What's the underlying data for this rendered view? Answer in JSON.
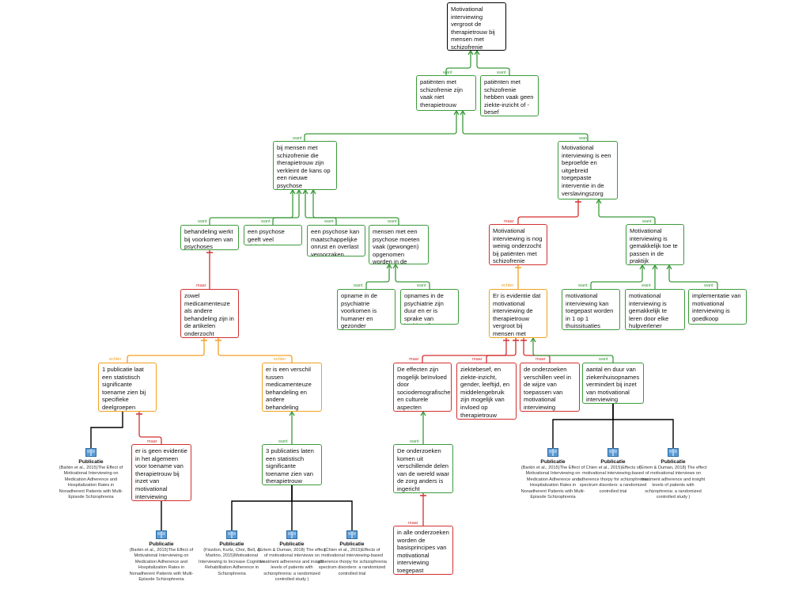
{
  "relations": {
    "want": "want",
    "maar": "maar",
    "echter": "echter"
  },
  "publication_label": "Publicatie",
  "colors": {
    "green": "#3c9a3c",
    "red": "#d32f2f",
    "orange": "#f0a020",
    "black": "#000000"
  },
  "nodes": [
    {
      "id": "n0",
      "text": "Motivational interviewing vergroot de therapietrouw bij mensen met schizofrenie"
    },
    {
      "id": "n1",
      "text": "patiënten met schizofrenie zijn vaak niet therapietrouw"
    },
    {
      "id": "n2",
      "text": "patiënten met schizofrenie hebben vaak geen ziekte-inzicht of -besef"
    },
    {
      "id": "n3",
      "text": "bij mensen met schizofrenie die therapietrouw zijn verkleint de kans op een nieuwe psychose"
    },
    {
      "id": "n4",
      "text": "Motivational interviewing is een beproefde en uitgebreid toegepaste interventie in de verslavingszorg"
    },
    {
      "id": "n5",
      "text": "behandeling werkt bij voorkomen van psychoses"
    },
    {
      "id": "n6",
      "text": "een psychose geeft veel ziektelast"
    },
    {
      "id": "n7",
      "text": "een psychose kan maatschappelijke onrust en overlast veroorzaken"
    },
    {
      "id": "n8",
      "text": "mensen met een psychose moeten vaak (gewongen) opgenomen worden in de psychiatrie"
    },
    {
      "id": "n9",
      "text": "Motivational interviewing is nog weinig onderzocht bij patiënten met schizofrenie"
    },
    {
      "id": "n10",
      "text": "Motivational interviewing is gemakkelijk toe te passen in de praktijk"
    },
    {
      "id": "n11",
      "text": "opname in de psychiatrie voorkomen is humaner en gezonder"
    },
    {
      "id": "n12",
      "text": "opnames in de psychiatrie zijn duur en er is sprake van beddenafbouw"
    },
    {
      "id": "n13",
      "text": "zowel medicamenteuze als andere behandeling zijn in de artikelen onderzocht"
    },
    {
      "id": "n14",
      "text": "Er is evidentie dat motivational interviewing de therapietrouw vergroot bij mensen met schizofrenie"
    },
    {
      "id": "n15",
      "text": "motivational interviewing kan toegepast worden in 1 op 1 thuissituaties"
    },
    {
      "id": "n16",
      "text": "motivational interviewing is gemakkelijk te leren door elke hulpverlener"
    },
    {
      "id": "n17",
      "text": "implementatie van motivational interviewing is goedkoop"
    },
    {
      "id": "n18",
      "text": "1 publicatie laat een statistisch significante toename zien bij specifieke deelgroepen"
    },
    {
      "id": "n19",
      "text": "er is een verschil tussen medicamenteuze behandeling en andere behandeling"
    },
    {
      "id": "n20",
      "text": "De effecten zijn mogelijk beïnvloed door sociodemografische en culturele aspecten"
    },
    {
      "id": "n21",
      "text": "ziektebesef, en ziekte-inzicht, gender, leeftijd, en middelengebruik zijn mogelijk van invloed op therapietrouw"
    },
    {
      "id": "n22",
      "text": "de onderzoeken verschillen veel in de wijze van toepassen van motivational interviewing"
    },
    {
      "id": "n23",
      "text": "aantal en duur van ziekenhuisopnames vermindert bij inzet van motivational interviewing"
    },
    {
      "id": "n24",
      "text": "er is geen evidentie in het algemeen voor toename van therapietrouw bij inzet van motivational interviewing"
    },
    {
      "id": "n25",
      "text": "3 publicaties laten een statistisch significante toename zien van therapietrouw"
    },
    {
      "id": "n26",
      "text": "De onderzoeken komen uit verschillende delen van de wereld waar de zorg anders is ingericht"
    },
    {
      "id": "n27",
      "text": "in alle onderzoeken worden de basisprincipes van motivational interviewing toegepast"
    }
  ],
  "publications": [
    {
      "id": "p1",
      "text": "(Barkin et al., 2015)The Effect of Motivational Interviewing on Medication Adherence and Hospitalization Rates in Nonadherent Patients with Multi-Episode Schizophrenia"
    },
    {
      "id": "p2",
      "text": "(Barkin et al., 2015)The Effect of Motivational Interviewing on Medication Adherence and Hospitalization Rates in Nonadherent Patients with Multi-Episode Schizophrenia"
    },
    {
      "id": "p3",
      "text": "(Fiszdon, Kurtz, Choi, Bell, & Martino, 2015)Motivational Interviewing to Increase Cognitive Rehabilitation Adherence in Schizophrenia"
    },
    {
      "id": "p4",
      "text": "(Ertem & Duman, 2018) The effect of motivational interviews on treatment adherence and insight levels of patients with schizophrenia: a randomized controlled study )"
    },
    {
      "id": "p5",
      "text": "(Chien et al., 2015)Effects of motivational interviewing-based adherence thorpy for schizophrenia spectrum disorders: a randomized controlled trial"
    },
    {
      "id": "p6",
      "text": "(Barkin et al., 2015)The Effect of Motivational Interviewing on Medication Adherence and Hospitalization Rates in Nonadherent Patients with Multi-Episode Schizophrenia"
    },
    {
      "id": "p7",
      "text": "Chien et al., 2015)Effects of motivational interviewing-based adherence thorpy for schizophrenia spectrum disorders: a randomized controlled trial"
    },
    {
      "id": "p8",
      "text": "(Ertem & Duman, 2018) The effect of motivational interviews on treatment adherence and insight levels of patients with schizophrenia: a randomized controlled study )"
    }
  ]
}
